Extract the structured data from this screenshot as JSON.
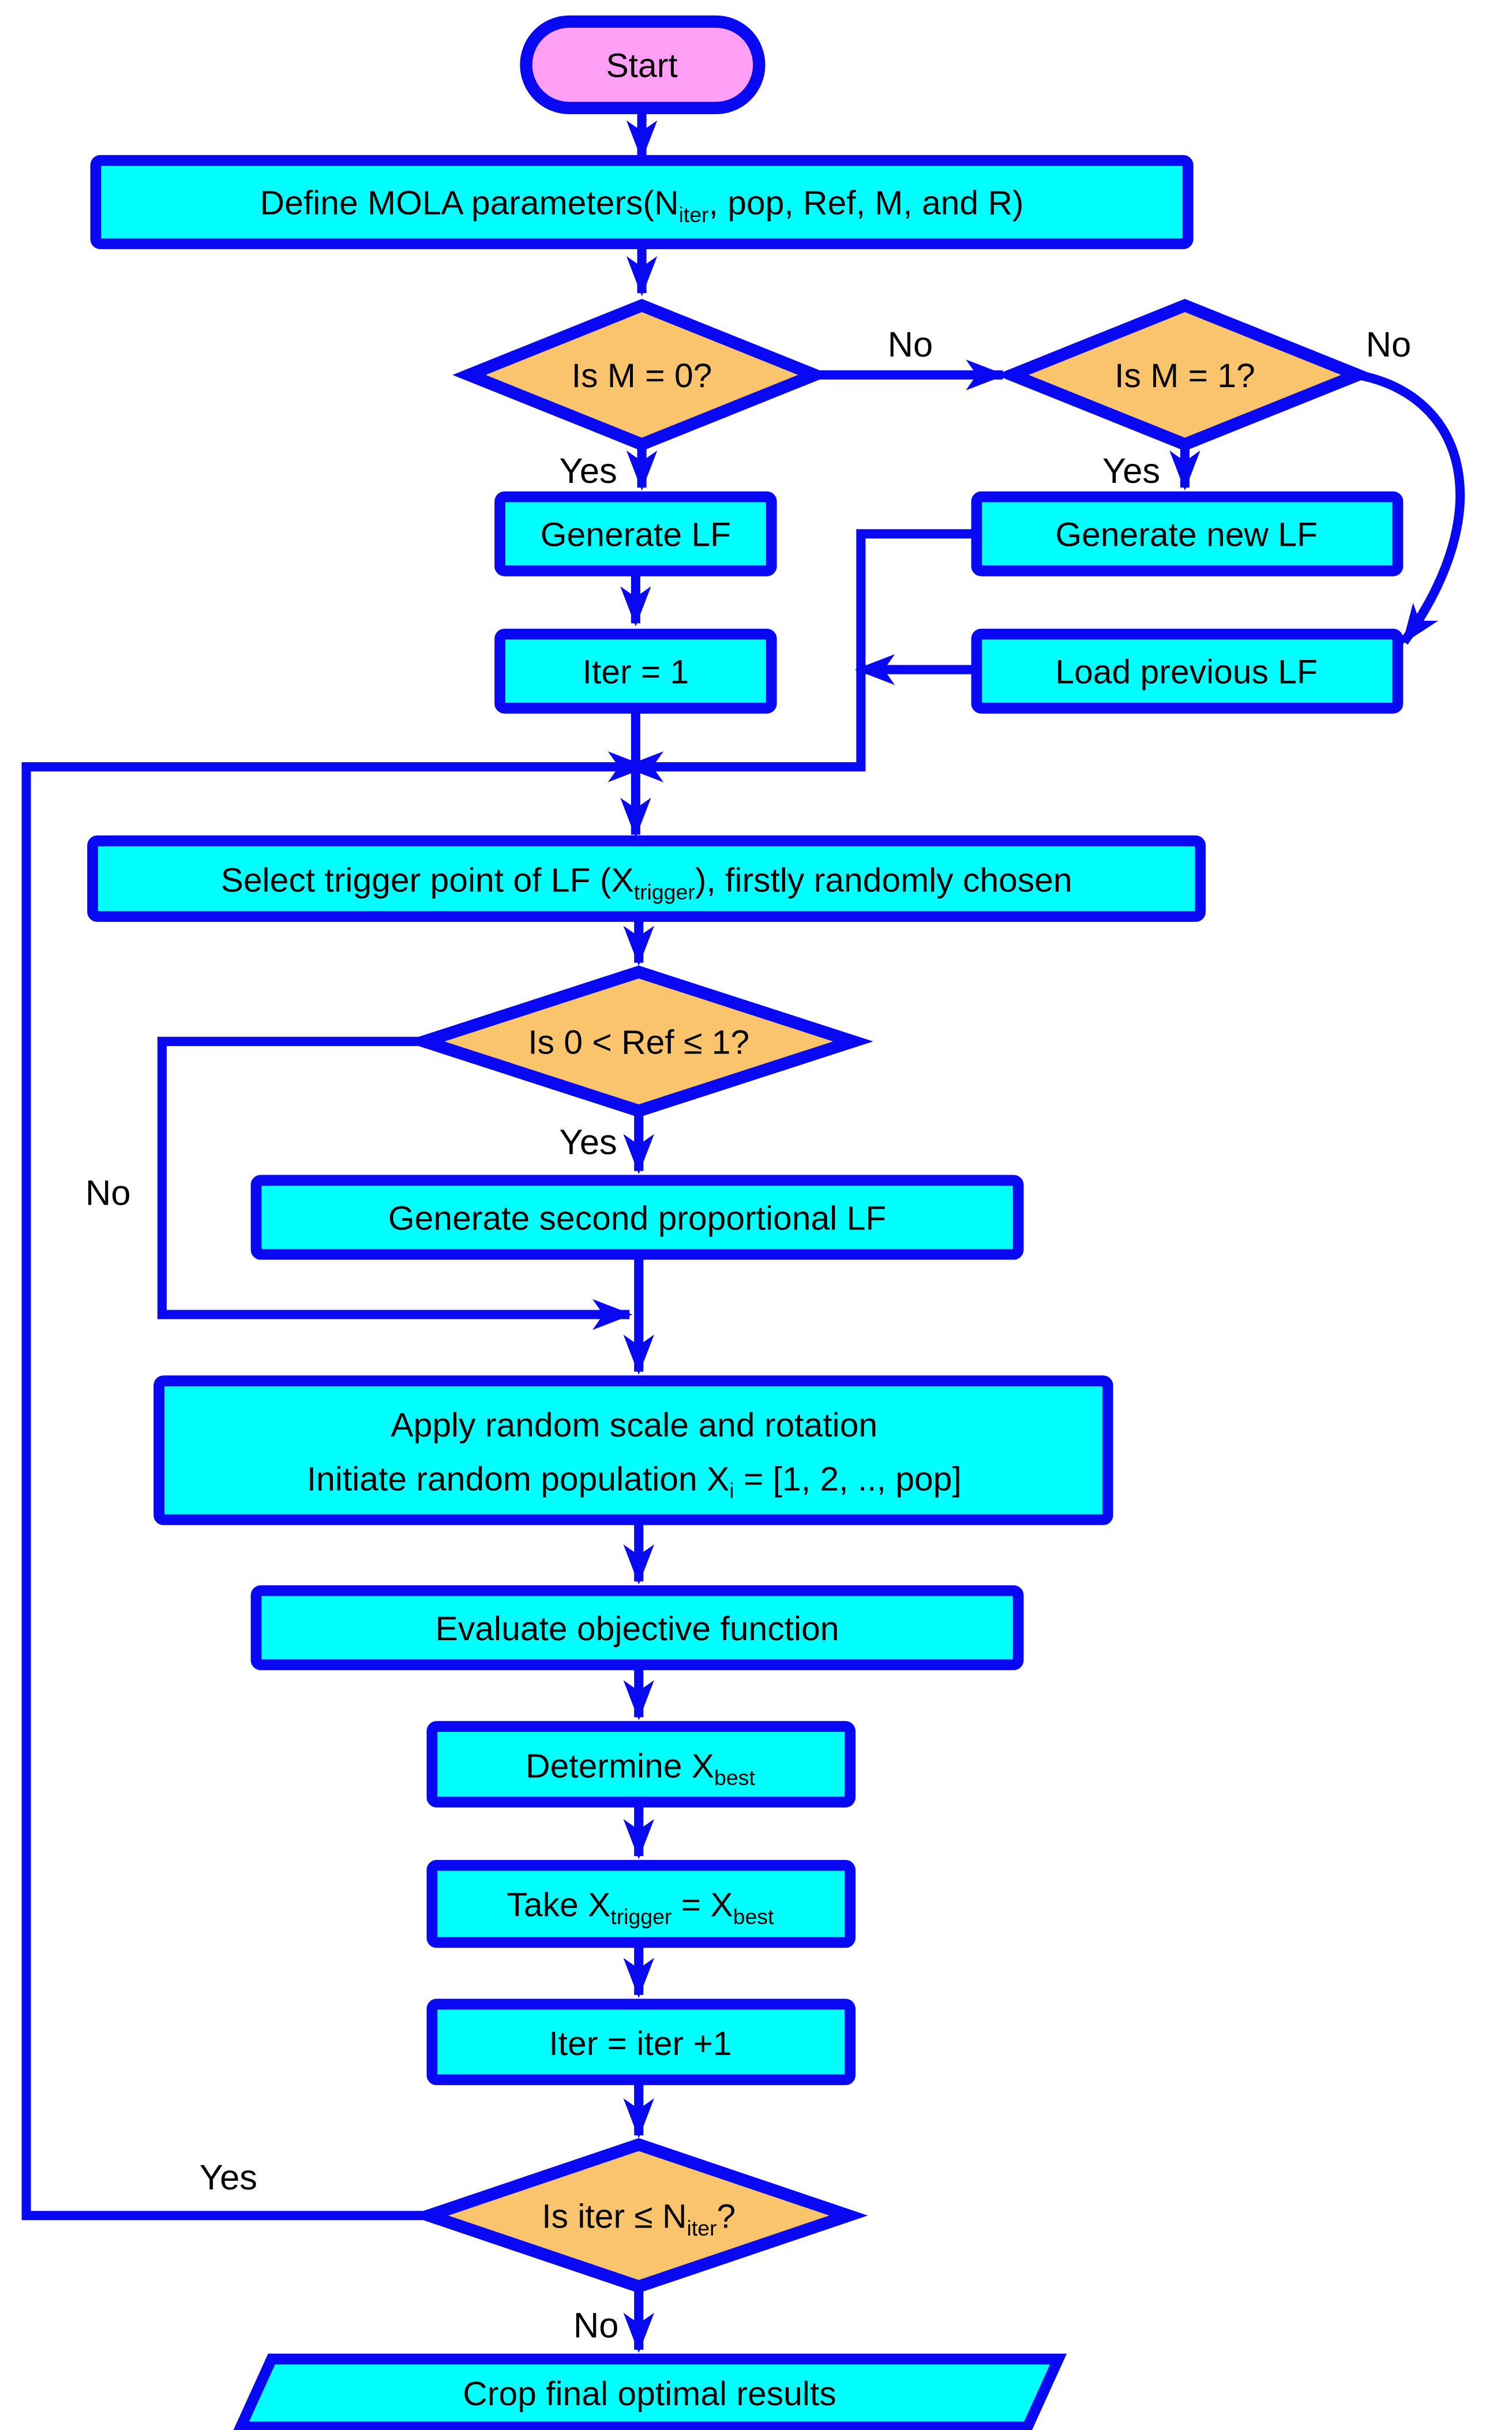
{
  "colors": {
    "line_blue": "#0808f2",
    "process_fill": "#00ffff",
    "decision_fill": "#fac46d",
    "terminator_fill": "#ff9ff6",
    "text": "#000000",
    "background": "#ffffff"
  },
  "nodes": {
    "start": {
      "label": "Start"
    },
    "define_params": {
      "parts": [
        "Define MOLA parameters(N",
        "iter",
        ", pop, Ref, M, and R)"
      ]
    },
    "is_m_zero": {
      "label": "Is M = 0?"
    },
    "is_m_one": {
      "label": "Is M = 1?"
    },
    "generate_lf": {
      "label": "Generate LF"
    },
    "iter_init": {
      "label": "Iter = 1"
    },
    "generate_new_lf": {
      "label": "Generate new LF"
    },
    "load_previous_lf": {
      "label": "Load previous LF"
    },
    "select_trigger": {
      "parts": [
        "Select trigger point of LF (X",
        "trigger",
        "), firstly randomly chosen"
      ]
    },
    "is_ref": {
      "label": "Is 0 < Ref ≤ 1?"
    },
    "generate_second_lf": {
      "label": "Generate second proportional LF"
    },
    "apply_random": {
      "line1": "Apply random scale and rotation",
      "line2_parts": [
        "Initiate random population X",
        "i",
        " = [1, 2, .., pop]"
      ]
    },
    "evaluate_objective": {
      "label": "Evaluate objective function"
    },
    "determine_best": {
      "parts": [
        "Determine X",
        "best"
      ]
    },
    "take_trigger": {
      "parts": [
        "Take X",
        "trigger",
        " = X",
        "best"
      ]
    },
    "iter_increment": {
      "label": "Iter = iter +1"
    },
    "is_iter": {
      "parts": [
        "Is iter ≤ N",
        "iter",
        "?"
      ]
    },
    "crop_results": {
      "label": "Crop final optimal results"
    }
  },
  "edge_labels": {
    "m0_no": "No",
    "m0_yes": "Yes",
    "m1_no": "No",
    "m1_yes": "Yes",
    "ref_yes": "Yes",
    "ref_no": "No",
    "iter_yes": "Yes",
    "iter_no": "No"
  }
}
